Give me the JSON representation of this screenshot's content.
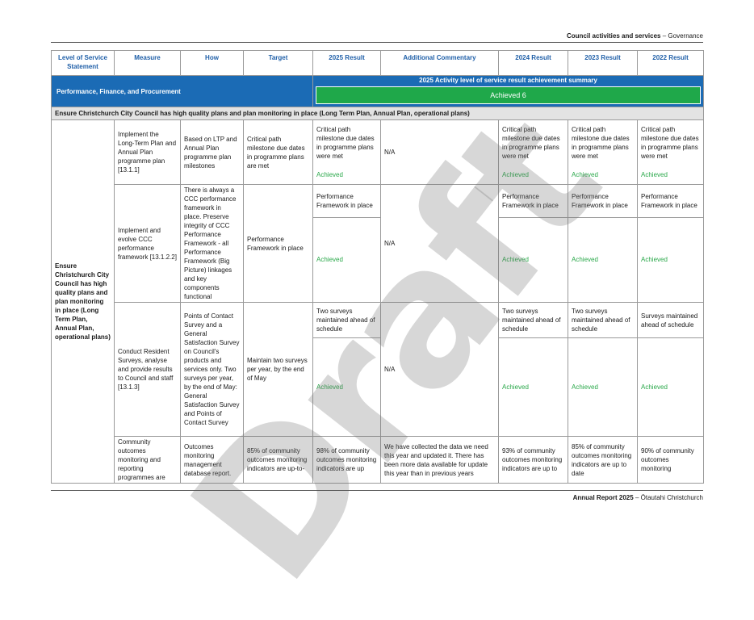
{
  "header": {
    "section": "Council activities and services",
    "sep": " – ",
    "sub": "Governance"
  },
  "footer": {
    "report": "Annual Report 2025",
    "sep": " – ",
    "sub": "Ōtautahi Christchurch"
  },
  "watermark": "Draft",
  "columns": [
    "Level of Service Statement",
    "Measure",
    "How",
    "Target",
    "2025 Result",
    "Additional Commentary",
    "2024 Result",
    "2023 Result",
    "2022 Result"
  ],
  "band": {
    "title": "Performance, Finance, and Procurement",
    "summary_label": "2025 Activity level of service result achievement summary",
    "achieved_label": "Achieved",
    "achieved_count": "6",
    "colors": {
      "band_blue": "#1b6bb5",
      "achieved_green": "#1fa84a",
      "link_blue": "#1f5fa8"
    }
  },
  "subheading": "Ensure Christchurch City Council has high quality plans and plan monitoring in place (Long Term Plan, Annual Plan, operational plans)",
  "level_statement": "Ensure Christchurch City Council has high quality plans and plan monitoring in place (Long Term Plan, Annual Plan, operational plans)",
  "rows": [
    {
      "measure": "Implement the Long-Term Plan and Annual Plan programme plan [13.1.1]",
      "how": "Based on LTP and Annual Plan programme plan milestones",
      "target": "Critical path milestone due dates in programme plans are met",
      "r2025_text": "Critical path milestone due dates in programme plans were met",
      "r2025_status": "Achieved",
      "commentary": "N/A",
      "r2024_text": "Critical path milestone due dates in programme plans were met",
      "r2024_status": "Achieved",
      "r2023_text": "Critical path milestone due dates in programme plans were met",
      "r2023_status": "Achieved",
      "r2022_text": "Critical path milestone due dates in programme plans were met",
      "r2022_status": "Achieved"
    },
    {
      "measure": "Implement and evolve CCC performance framework [13.1.2.2]",
      "how": "There is always a CCC performance framework in place. Preserve integrity of CCC Performance Framework - all Performance Framework (Big Picture) linkages and key components functional",
      "target": "Performance Framework in place",
      "r2025_text": "Performance Framework in place",
      "r2025_status": "Achieved",
      "commentary": "N/A",
      "r2024_text": "Performance Framework in place",
      "r2024_status": "Achieved",
      "r2023_text": "Performance Framework in place",
      "r2023_status": "Achieved",
      "r2022_text": "Performance Framework in place",
      "r2022_status": "Achieved"
    },
    {
      "measure": "Conduct Resident Surveys, analyse and provide results to Council and staff [13.1.3]",
      "how": "Points of Contact Survey and a General Satisfaction Survey on Council's products and services only. Two surveys per year, by the end of May: General Satisfaction Survey and Points of Contact Survey",
      "target": "Maintain two surveys per year, by the end of May",
      "r2025_text": "Two surveys maintained ahead of schedule",
      "r2025_status": "Achieved",
      "commentary": "N/A",
      "r2024_text": "Two surveys maintained ahead of schedule",
      "r2024_status": "Achieved",
      "r2023_text": "Two surveys maintained ahead of schedule",
      "r2023_status": "Achieved",
      "r2022_text": "Surveys maintained ahead of schedule",
      "r2022_status": "Achieved"
    },
    {
      "measure": "Community outcomes monitoring and reporting programmes are",
      "how": "Outcomes monitoring management database report.",
      "target": "85% of community outcomes monitoring indicators are up-to-",
      "r2025_text": "98% of community outcomes monitoring indicators are up",
      "commentary": "We have collected the data we need this year and updated it. There has been more data available for update this year than in previous years",
      "r2024_text": "93% of community outcomes monitoring indicators are up to",
      "r2023_text": "85% of community outcomes monitoring indicators are up to date",
      "r2022_text": "90% of community outcomes monitoring"
    }
  ]
}
